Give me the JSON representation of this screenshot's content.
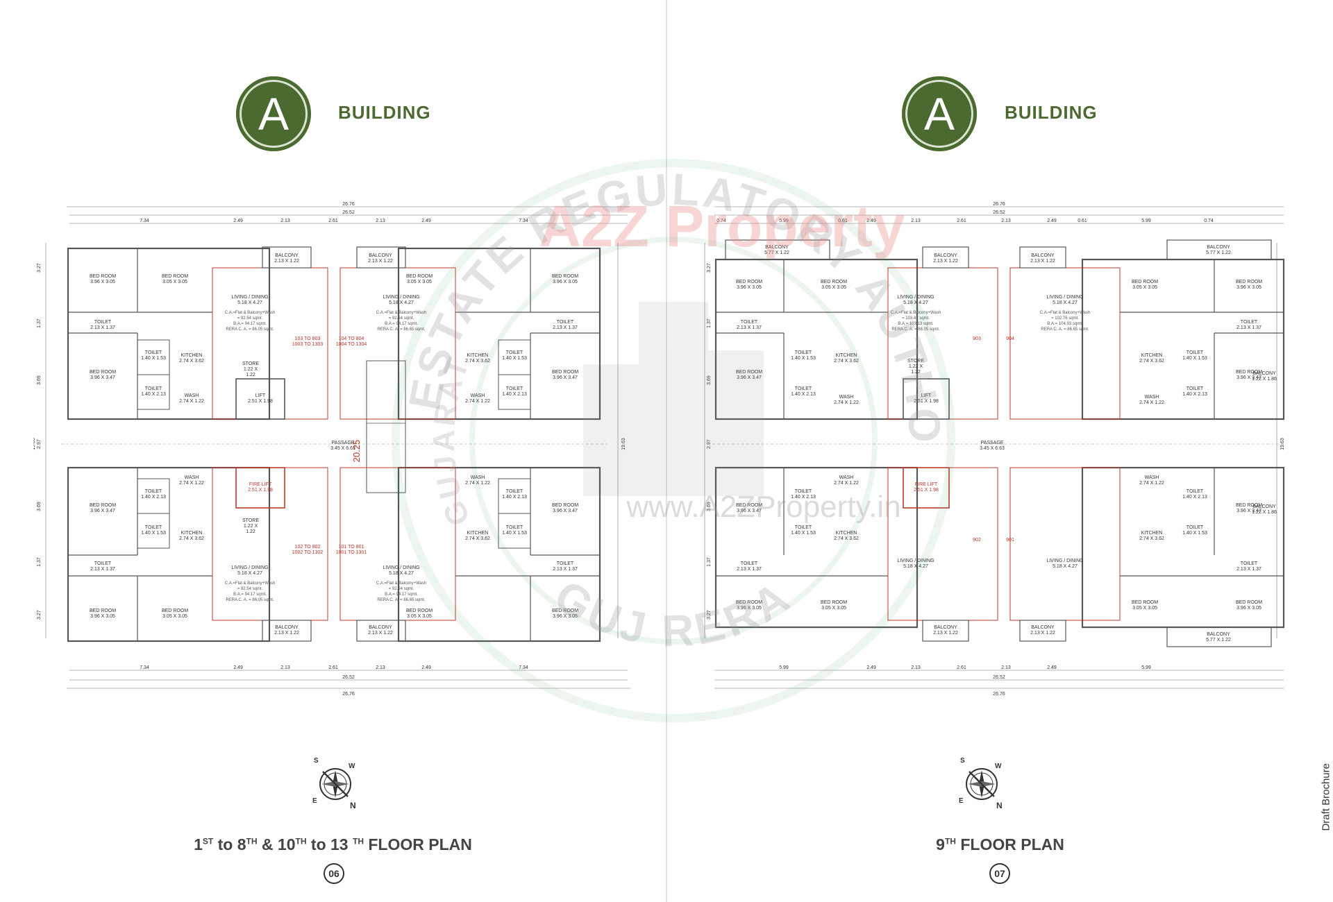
{
  "pages": [
    {
      "badge_letter": "A",
      "building_label": "BUILDING",
      "title_parts": [
        "1",
        "ST",
        " to 8",
        "TH",
        " &  10",
        "TH",
        " to 13 ",
        "TH",
        "  FLOOR PLAN"
      ],
      "page_number": "06",
      "plan": {
        "overall_width": "26.76",
        "inner_width": "26.52",
        "segments": [
          "7.34",
          "2.49",
          "2.13",
          "2.61",
          "2.13",
          "2.49",
          "7.34"
        ],
        "side_dims": [
          "3.27",
          "1.37",
          "3.69",
          "2.97",
          "3.69",
          "1.37",
          "3.27"
        ],
        "total_depth": "19.63",
        "rooms": {
          "bedroom_a": "BED ROOM\n3.96 X 3.05",
          "bedroom_b": "BED ROOM\n3.05 X 3.05",
          "bedroom_c": "BED ROOM\n3.96 X 3.47",
          "living": "LIVING / DINING\n5.18 X 4.27",
          "kitchen": "KITCHEN\n2.74 X 3.62",
          "toilet_a": "TOILET\n2.13 X 1.37",
          "toilet_b": "TOILET\n1.40 X 1.53",
          "toilet_c": "TOILET\n1.40 X 2.13",
          "wash": "WASH\n2.74 X 1.22",
          "store": "STORE\n1.22 X\n1.22",
          "balcony": "BALCONY\n2.13 X 1.22",
          "lift": "LIFT\n2.51 X 1.98",
          "fire_lift": "FIRE LIFT\n2.51 X 1.98",
          "passage": "PASSAGE\n3.45 X 6.63"
        },
        "areas": {
          "left": [
            "C.A.=Flat & Balcony+Wash",
            "= 92.54 sqmt.",
            "B.A.= 94.17 sqmt.",
            "RERA C. A. = 86.05 sqmt."
          ],
          "right": [
            "C.A.=Flat & Balcony+Wash",
            "= 92.54 sqmt.",
            "B.A.= 94.17 sqmt.",
            "RERA C. A. = 86.65 sqmt."
          ]
        },
        "unit_numbers": {
          "top_left": "103 TO 803\n1003 TO 1303",
          "top_right": "104 TO 804\n1004 TO 1304",
          "bottom_left": "102 TO 802\n1002 TO 1302",
          "bottom_right": "101 TO 801\n1001 TO 1301"
        },
        "center_dim": "20.25"
      }
    },
    {
      "badge_letter": "A",
      "building_label": "BUILDING",
      "title_parts": [
        "9",
        "TH",
        " FLOOR PLAN"
      ],
      "page_number": "07",
      "plan": {
        "overall_width": "26.76",
        "inner_width": "26.52",
        "segments": [
          "0.74",
          "5.99",
          "0.61",
          "2.49",
          "2.13",
          "2.61",
          "2.13",
          "2.49",
          "0.61",
          "5.99",
          "0.74"
        ],
        "side_dims": [
          "3.27",
          "1.37",
          "3.69",
          "2.97",
          "3.69",
          "1.37",
          "3.27"
        ],
        "total_depth": "19.63",
        "rooms": {
          "balcony_big": "BALCONY\n5.77 X 1.22",
          "bedroom_a": "BED ROOM\n3.96 X 3.05",
          "bedroom_b": "BED ROOM\n3.05 X 3.05",
          "bedroom_c": "BED ROOM\n3.96 X 3.47",
          "living": "LIVING / DINING\n5.18 X 4.27",
          "kitchen": "KITCHEN\n2.74 X 3.62",
          "toilet_a": "TOILET\n2.13 X 1.37",
          "toilet_b": "TOILET\n1.40 X 1.53",
          "toilet_c": "TOILET\n1.40 X 2.13",
          "wash": "WASH\n2.74 X 1.22",
          "store": "STORE\n1.22 X\n1.22",
          "balcony": "BALCONY\n2.13 X 1.22",
          "balcony_side": "BALCONY\n1.22 X 1.86",
          "lift": "LIFT\n2.51 X 1.98",
          "fire_lift": "FIRE LIFT\n2.51 X 1.98",
          "passage": "PASSAGE\n3.45 X 6.63"
        },
        "areas": {
          "left": [
            "C.A.=Flat & Balcony+Wash",
            "= 103.41 sqmt.",
            "B.A.= 103.13 sqmt.",
            "RERA C. A. = 86.05 sqmt."
          ],
          "right": [
            "C.A.=Flat & Balcony+Wash",
            "= 102.76 sqmt.",
            "B.A.= 104.93 sqmt.",
            "RERA C. A. = 86.65 sqmt."
          ]
        },
        "unit_numbers": {
          "top_left": "903",
          "top_right": "904",
          "bottom_left": "902",
          "bottom_right": "901"
        }
      }
    }
  ],
  "watermark": {
    "ring_text_top": "REAL ESTATE REGULATORY AUTHORITY",
    "ring_text_bottom": "GUJ RERA",
    "ring_text_left": "GUJARAT",
    "brand": "A2Z Property",
    "url": "www.A2ZProperty.in"
  },
  "side_label": "Draft Brochure",
  "colors": {
    "accent": "#4a6a2f",
    "wall_red": "#c0392b",
    "line": "#6b6b6b"
  }
}
